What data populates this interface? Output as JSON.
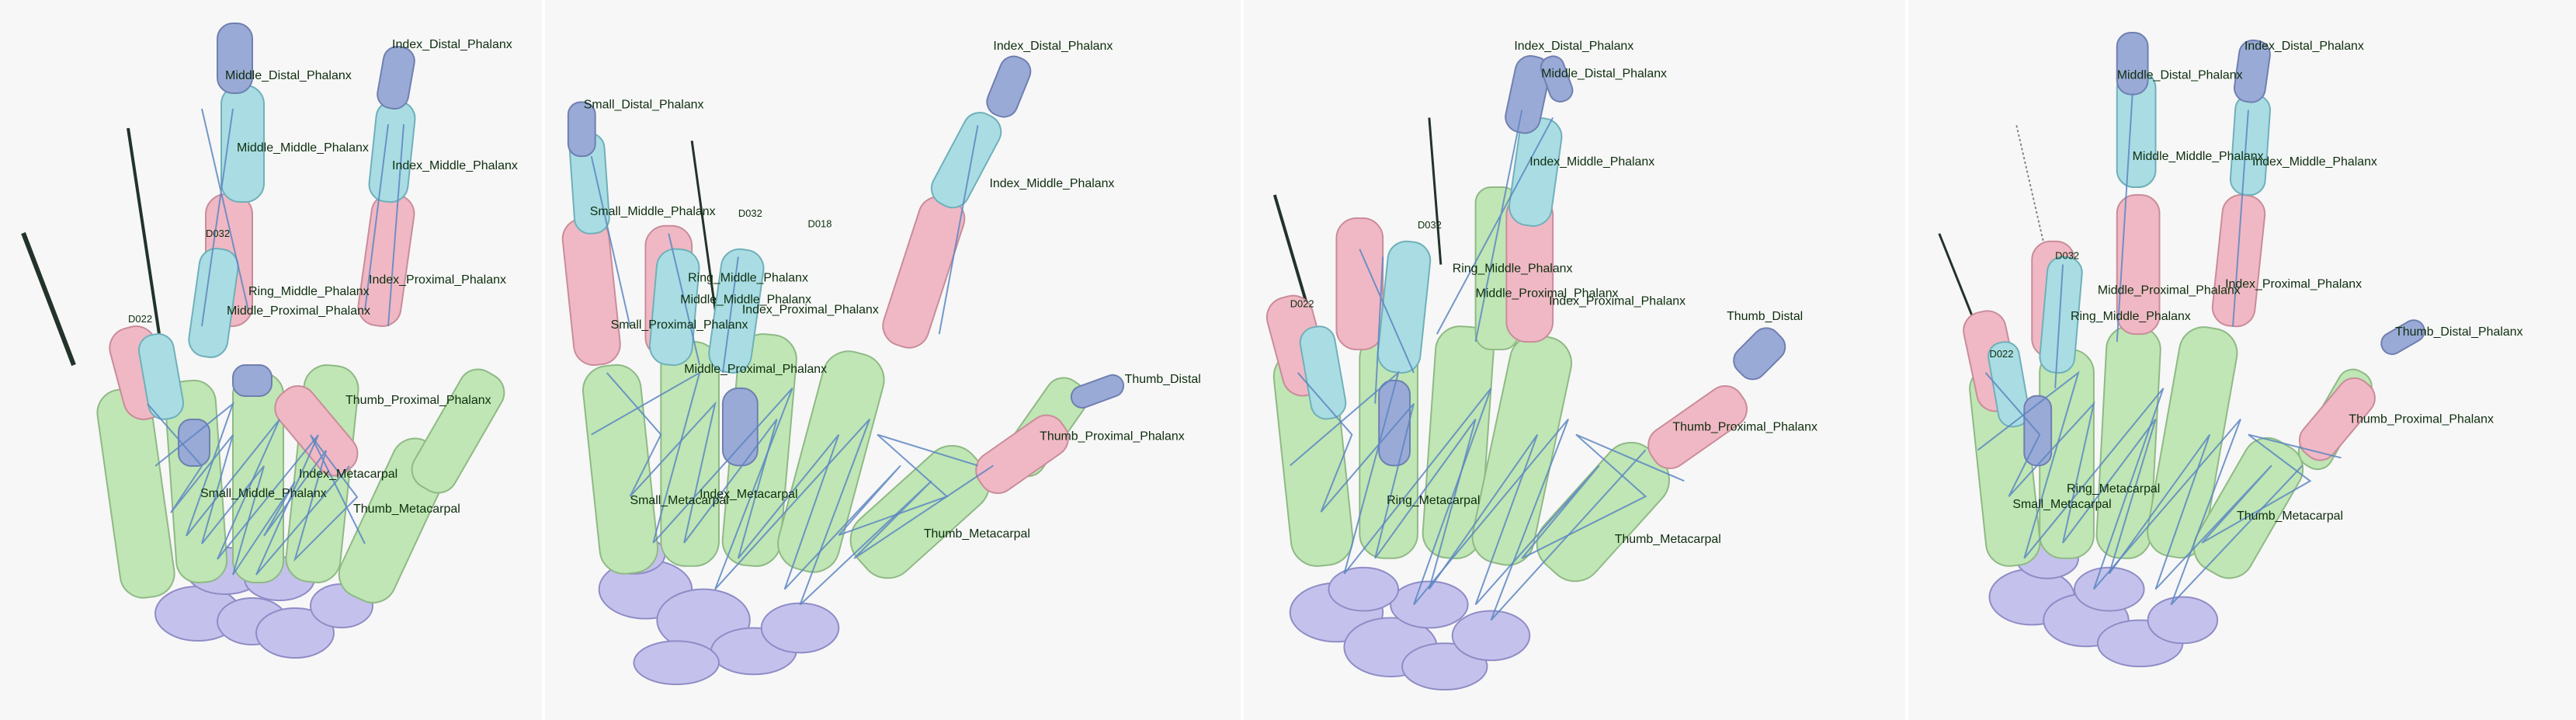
{
  "colors": {
    "background": "#f7f7f7",
    "distal": "#9aaad6",
    "middle": "#a9dde3",
    "proximal": "#f0b8c4",
    "metacarpal": "#bfe6b4",
    "carpal": "#c4c2ec",
    "wire": "#5c86c2",
    "label": "#0e2d0e"
  },
  "panels": [
    {
      "labels": {
        "middle_distal": "Middle_Distal_Phalanx",
        "index_distal": "Index_Distal_Phalanx",
        "middle_middle": "Middle_Middle_Phalanx",
        "index_middle": "Index_Middle_Phalanx",
        "index_proximal": "Index_Proximal_Phalanx",
        "middle_proximal": "Middle_Proximal_Phalanx",
        "ring_middle": "Ring_Middle_Phalanx",
        "thumb_proximal": "Thumb_Proximal_Phalanx",
        "index_metacarpal": "Index_Metacarpal",
        "small_middle": "Small_Middle_Phalanx",
        "thumb_metacarpal": "Thumb_Metacarpal",
        "marker1": "D032",
        "marker2": "D022"
      }
    },
    {
      "labels": {
        "index_distal": "Index_Distal_Phalanx",
        "small_distal": "Small_Distal_Phalanx",
        "index_middle": "Index_Middle_Phalanx",
        "small_middle": "Small_Middle_Phalanx",
        "ring_middle": "Ring_Middle_Phalanx",
        "middle_middle": "Middle_Middle_Phalanx",
        "index_proximal": "Index_Proximal_Phalanx",
        "small_proximal": "Small_Proximal_Phalanx",
        "middle_proximal": "Middle_Proximal_Phalanx",
        "thumb_distal": "Thumb_Distal",
        "thumb_proximal": "Thumb_Proximal_Phalanx",
        "small_metacarpal": "Small_Metacarpal",
        "index_metacarpal": "Index_Metacarpal",
        "thumb_metacarpal": "Thumb_Metacarpal",
        "marker1": "D032",
        "marker2": "D018"
      }
    },
    {
      "labels": {
        "index_distal": "Index_Distal_Phalanx",
        "middle_distal": "Middle_Distal_Phalanx",
        "index_middle": "Index_Middle_Phalanx",
        "ring_middle": "Ring_Middle_Phalanx",
        "middle_proximal": "Middle_Proximal_Phalanx",
        "index_proximal": "Index_Proximal_Phalanx",
        "thumb_distal": "Thumb_Distal",
        "thumb_proximal": "Thumb_Proximal_Phalanx",
        "ring_metacarpal": "Ring_Metacarpal",
        "thumb_metacarpal": "Thumb_Metacarpal",
        "marker1": "D032",
        "marker2": "D022"
      }
    },
    {
      "labels": {
        "middle_distal": "Middle_Distal_Phalanx",
        "index_distal": "Index_Distal_Phalanx",
        "middle_middle": "Middle_Middle_Phalanx",
        "index_middle": "Index_Middle_Phalanx",
        "middle_proximal": "Middle_Proximal_Phalanx",
        "index_proximal": "Index_Proximal_Phalanx",
        "ring_middle": "Ring_Middle_Phalanx",
        "thumb_distal": "Thumb_Distal_Phalanx",
        "thumb_proximal": "Thumb_Proximal_Phalanx",
        "ring_metacarpal": "Ring_Metacarpal",
        "small_metacarpal": "Small_Metacarpal",
        "thumb_metacarpal": "Thumb_Metacarpal",
        "marker1": "D022",
        "marker2": "D032"
      }
    }
  ]
}
